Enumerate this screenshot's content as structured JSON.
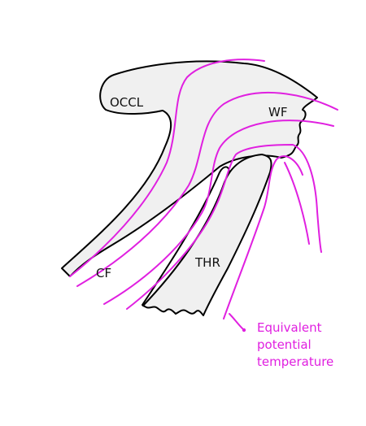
{
  "labels": {
    "occl": "OCCL",
    "wf": "WF",
    "cf": "CF",
    "thr": "THR"
  },
  "legend": {
    "line1": "Equivalent",
    "line2": "potential",
    "line3": "temperature",
    "pointer_icon": "arrow-pointer-icon"
  },
  "colors": {
    "isoline": "#e020e0",
    "cloud_fill": "#f0f0f0",
    "outline": "#000000",
    "legend_text": "#e020e0"
  }
}
